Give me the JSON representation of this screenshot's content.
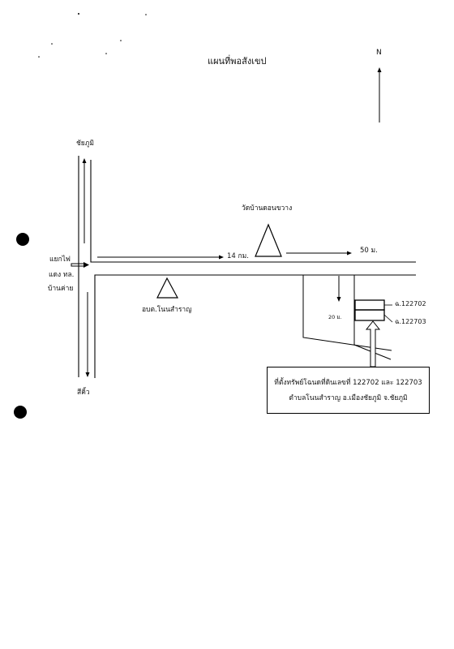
{
  "map": {
    "title": "แผนที่พอสังเขป",
    "north": "N",
    "labels": {
      "chaiyaphum": "ชัยภูมิ",
      "sikhiu": "สีคิ้ว",
      "junction_line1": "แยกไฟ",
      "junction_line2": "แดง ทล.",
      "junction_line3": "บ้านค่าย",
      "temple": "วัดบ้านดอนขวาง",
      "distance_14km": "14 กม.",
      "distance_50m": "50 ม.",
      "distance_20m": "20 ม.",
      "sao": "อบต.โนนสำราญ",
      "parcel_1": "ฉ.122702",
      "parcel_2": "ฉ.122703"
    },
    "callout": {
      "line1": "ที่ตั้งทรัพย์โฉนดที่ดินเลขที่ 122702 และ 122703",
      "line2": "ตำบลโนนสำราญ อ.เมืองชัยภูมิ จ.ชัยภูมิ"
    }
  }
}
